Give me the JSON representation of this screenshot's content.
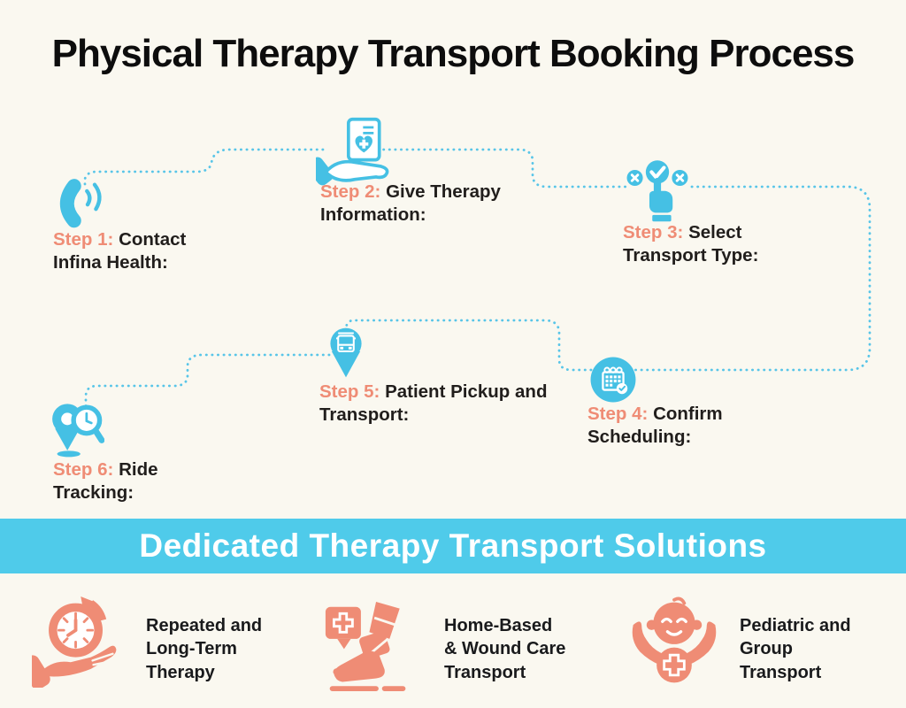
{
  "title": "Physical Therapy Transport Booking Process",
  "steps": [
    {
      "label": "Step 1:",
      "text": "Contact\nInfina Health:",
      "icon": "phone-icon"
    },
    {
      "label": "Step 2:",
      "text": "Give Therapy\nInformation:",
      "icon": "medical-document-hand-icon"
    },
    {
      "label": "Step 3:",
      "text": "Select\nTransport Type:",
      "icon": "select-transport-hand-icon"
    },
    {
      "label": "Step 4:",
      "text": "Confirm\nScheduling:",
      "icon": "calendar-check-icon"
    },
    {
      "label": "Step 5:",
      "text": "Patient Pickup and\nTransport:",
      "icon": "bus-location-pin-icon"
    },
    {
      "label": "Step 6:",
      "text": "Ride\nTracking:",
      "icon": "ride-tracking-pin-icon"
    }
  ],
  "banner": {
    "text": "Dedicated Therapy Transport Solutions"
  },
  "features": [
    {
      "text": "Repeated and\nLong-Term\nTherapy",
      "icon": "recurring-clock-hand-icon"
    },
    {
      "text": "Home-Based\n& Wound Care\nTransport",
      "icon": "wound-care-foot-icon"
    },
    {
      "text": "Pediatric and\nGroup\nTransport",
      "icon": "pediatric-baby-hands-icon"
    }
  ],
  "colors": {
    "background": "#FAF8F0",
    "icon_blue": "#45C0E4",
    "banner_blue": "#4FCBEA",
    "dotted_line_blue": "#58C5E8",
    "accent_salmon": "#EF8C75",
    "text_dark": "#211E1C"
  }
}
